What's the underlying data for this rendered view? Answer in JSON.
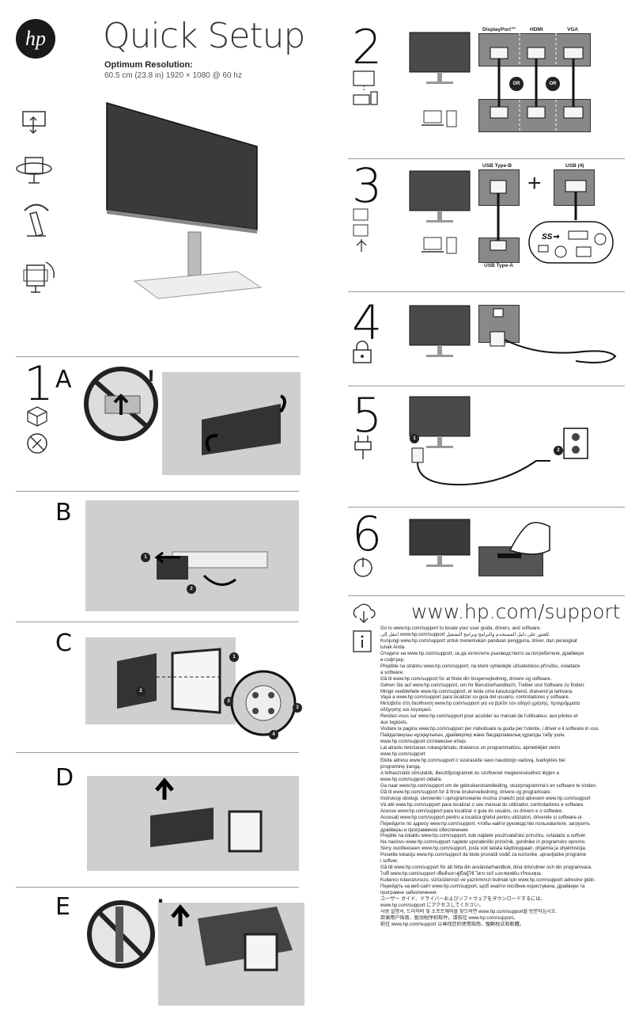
{
  "header": {
    "logo_text": "hp",
    "title": "Quick Setup",
    "resolution_label": "Optimum Resolution:",
    "resolution_value": "60.5 cm (23.8 in) 1920 × 1080  @ 60 hz"
  },
  "steps": {
    "s1": "1",
    "s1a": "A",
    "s1b": "B",
    "s1c": "C",
    "s1d": "D",
    "s1e": "E",
    "s2": "2",
    "s3": "3",
    "s4": "4",
    "s5": "5",
    "s6": "6"
  },
  "ports": {
    "displayport": "DisplayPort™",
    "hdmi": "HDMI",
    "vga": "VGA",
    "or": "OR",
    "usb_b": "USB Type-B",
    "usb_4": "USB (4)",
    "usb_a": "USB Type-A",
    "plus": "+"
  },
  "callouts": {
    "one": "1",
    "two": "2",
    "three": "3",
    "four": "4"
  },
  "support": {
    "url": "www.hp.com/support",
    "lines": [
      "Go to www.hp.com/support to locate your user guide, drivers, and software.",
      "انتقل إلى www.hp.com/support للعثور على دليل المستخدم والبرامج وبرامج التشغيل.",
      "Kunjungi www.hp.com/support untuk menemukan panduan pengguna, driver, dan perangkat",
      "lunak Anda.",
      "Отидете на www.hp.com/support, за да изтеглите ръководството за потребителя, драйвери",
      "и софтуер.",
      "Přejděte na stránku www.hp.com/support, na které vyhledejte uživatelskou příručku, ovladače",
      "a software.",
      "Gå til www.hp.com/support for at finde din brugervejledning, drivere og software.",
      "Gehen Sie auf www.hp.com/support, um Ihr Benutzerhandbuch, Treiber und Software zu finden.",
      "Minge veebilehele www.hp.com/support, et leida oma kasutusjuhend, draiverid ja tarkvara.",
      "Vaya a www.hp.com/support para localizar su guía del usuario, controladores y software.",
      "Μεταβείτε στη διεύθυνση www.hp.com/support για να βρείτε τον οδηγό χρήσης, προγράμματα",
      "οδήγησης και λογισμικό.",
      "Rendez-vous sur www.hp.com/support pour accéder au manuel de l'utilisateur, aux pilotes et",
      "aux logiciels.",
      "Visitare la pagina www.hp.com/support per individuare la guida per l'utente, i driver e il software in uso.",
      "Пайдаланушы нұсқаулығын, драйверлер және бағдарламалық құралды табу үшін,",
      "www.hp.com/support сілтемесіне өтіңіз.",
      "Lai atrastu lietošanas rokasgrāmatu, draiverus un programmatūru, apmeklējiet vietni",
      "www.hp.com/support",
      "Eikite adresu www.hp.com/support ir susiraskite savo naudotojo vadovą, tvarkykles bei",
      "programinę įrangą.",
      "A felhasználói útmutatók, illesztőprogramok és szoftverek megkereséséhez lépjen a",
      "www.hp.com/support oldalra.",
      "Ga naar www.hp.com/support om de gebruikershandleiding, stuurprogramma's en software te vinden.",
      "Gå til www.hp.com/support for å finne brukerveiledning, drivere og programvare.",
      "Instrukcję obsługi, sterowniki i oprogramowanie można znaleźć pod adresem www.hp.com/support",
      "Vá até www.hp.com/support para localizar o seu manual do utilizador, controladores e software.",
      "Acesse www.hp.com/support para localizar o guia do usuário, os drivers e o software.",
      "Accesați www.hp.com/support pentru a localiza ghidul pentru utilizatori, driverele și software-ul.",
      "Перейдите по адресу www.hp.com/support, чтобы найти руководство пользователя, загрузить",
      "драйверы и программное обеспечение.",
      "Prejdite na lokalitu www.hp.com/support, kde nájdete používateľskú príručku, ovládače a softvér.",
      "Na naslovu www.hp.com/support najdete uporabniški priročnik, gonilnike in programsko opremo.",
      "Siirry osoitteeseen www.hp.com/support, josta voit ladata käyttöoppaan, ohjaimia ja ohjelmistoja.",
      "Posetite lokaciju www.hp.com/support da biste pronašli vodič za korisnike, upravljačke programe",
      "i softver.",
      "Gå till www.hp.com/support för att hitta din användarhandbok, dina drivrutiner och din programvara.",
      "ไปที่ www.hp.com/support เพื่อค้นหาคู่มือผู้ใช้ ไดรเวอร์ และซอฟต์แวร์ของคุณ",
      "Kullanıcı kılavuzunuzu, sürücülerinizi ve yazılımınızı bulmak için www.hp.com/support adresine gidin.",
      "Перейдіть на веб-сайт www.hp.com/support, щоб знайти посібник користувача, драйвери та",
      "програмне забезпечення.",
      "ユーザー ガイド、ドライバーおよびソフトウェアをダウンロードするには、",
      "www.hp.com/support にアクセスしてください。",
      "사용 설명서, 드라이버 및 소프트웨어를 찾으려면 www.hp.com/support를 방문하십시오.",
      "若需用户指南、驱动程序和软件，请前往 www.hp.com/support。",
      "前往 www.hp.com/support 以尋找您的使用指南、驅動程式和軟體。"
    ]
  },
  "icons": {
    "stand": "stand-height-icon",
    "swivel": "swivel-icon",
    "tilt": "tilt-icon",
    "pivot": "pivot-icon",
    "box": "box-icon",
    "no_knife": "no-knife-icon",
    "computer": "computer-icon",
    "usb": "usb-icon",
    "lock": "lock-icon",
    "plug": "plug-icon",
    "power": "power-icon",
    "cloud": "cloud-download-icon",
    "info": "info-book-icon"
  }
}
